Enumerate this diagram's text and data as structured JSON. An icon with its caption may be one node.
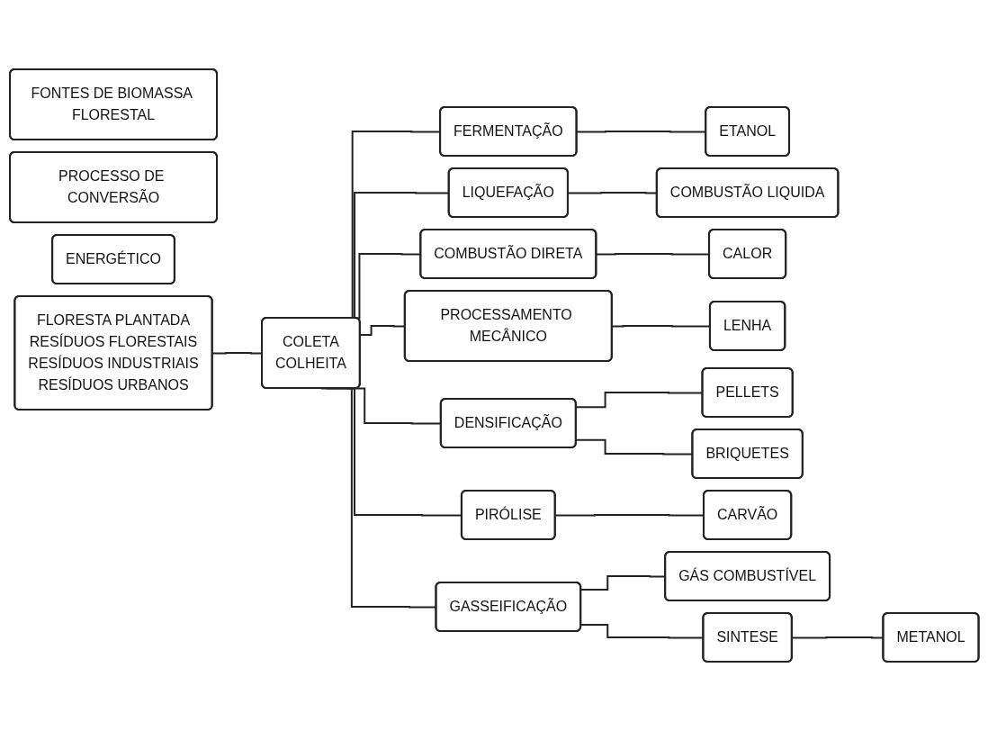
{
  "diagram": {
    "nodes": [
      {
        "text": [
          "FONTES DE BIOMASSA FLORESTAL"
        ]
      },
      {
        "text": [
          "PROCESSO DE CONVERSÃO"
        ]
      },
      {
        "text": [
          "ENERGÉTICO"
        ]
      },
      {
        "text": [
          "FLORESTA PLANTADA",
          "RESÍDUOS FLORESTAIS",
          "RESÍDUOS INDUSTRIAIS",
          "RESÍDUOS URBANOS"
        ]
      },
      {
        "text": [
          "COLETA",
          "COLHEITA"
        ]
      },
      {
        "text": [
          "FERMENTAÇÃO"
        ]
      },
      {
        "text": [
          "ETANOL"
        ]
      },
      {
        "text": [
          "LIQUEFAÇÃO"
        ]
      },
      {
        "text": [
          "COMBUSTÃO LIQUIDA"
        ]
      },
      {
        "text": [
          "COMBUSTÃO DIRETA"
        ]
      },
      {
        "text": [
          "CALOR"
        ]
      },
      {
        "text": [
          "PROCESSAMENTO MECÂNICO"
        ]
      },
      {
        "text": [
          "LENHA"
        ]
      },
      {
        "text": [
          "DENSIFICAÇÃO"
        ]
      },
      {
        "text": [
          "PELLETS"
        ]
      },
      {
        "text": [
          "BRIQUETES"
        ]
      },
      {
        "text": [
          "PIRÓLISE"
        ]
      },
      {
        "text": [
          "CARVÃO"
        ]
      },
      {
        "text": [
          "GASSEIFICAÇÃO"
        ]
      },
      {
        "text": [
          "GÁS COMBUSTÍVEL"
        ]
      },
      {
        "text": [
          "SINTESE"
        ]
      },
      {
        "text": [
          "METANOL"
        ]
      }
    ],
    "edges": [
      {
        "from": 3,
        "to": 4,
        "arrow": "none"
      },
      {
        "from": 4,
        "to": 5,
        "arrow": "none"
      },
      {
        "from": 4,
        "to": 7,
        "arrow": "none"
      },
      {
        "from": 4,
        "to": 9,
        "arrow": "none"
      },
      {
        "from": 4,
        "to": 11,
        "arrow": "none"
      },
      {
        "from": 4,
        "to": 13,
        "arrow": "none"
      },
      {
        "from": 4,
        "to": 16,
        "arrow": "none"
      },
      {
        "from": 4,
        "to": 18,
        "arrow": "none"
      },
      {
        "from": 5,
        "to": 6,
        "arrow": "none"
      },
      {
        "from": 7,
        "to": 8,
        "arrow": "none"
      },
      {
        "from": 9,
        "to": 10,
        "arrow": "none"
      },
      {
        "from": 11,
        "to": 12,
        "arrow": "none"
      },
      {
        "from": 13,
        "to": 14,
        "arrow": "none"
      },
      {
        "from": 13,
        "to": 15,
        "arrow": "none"
      },
      {
        "from": 16,
        "to": 17,
        "arrow": "none"
      },
      {
        "from": 18,
        "to": 19,
        "arrow": "none"
      },
      {
        "from": 18,
        "to": 20,
        "arrow": "none"
      },
      {
        "from": 20,
        "to": 21,
        "arrow": "none"
      }
    ]
  }
}
